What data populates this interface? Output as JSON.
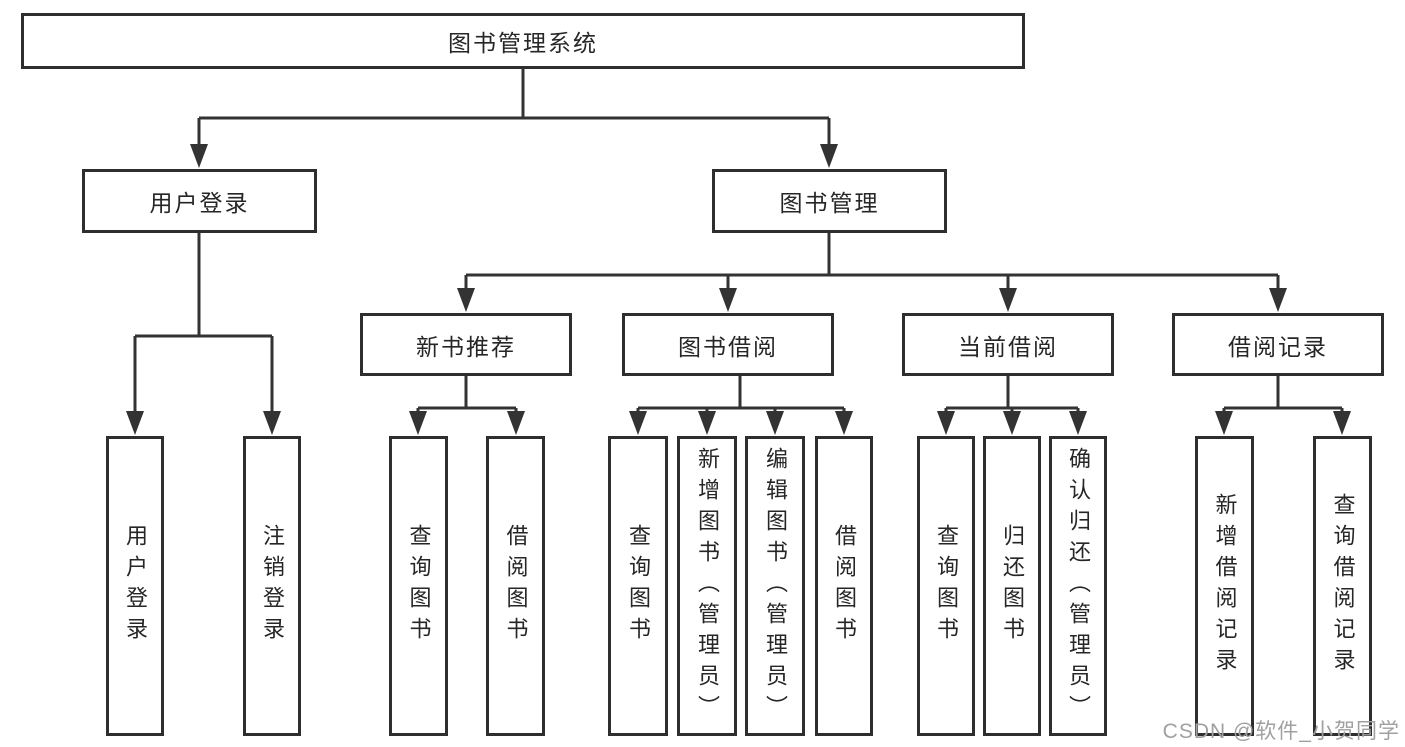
{
  "diagram": {
    "root": {
      "label": "图书管理系统"
    },
    "level2": [
      {
        "label": "用户登录"
      },
      {
        "label": "图书管理"
      }
    ],
    "level3": [
      {
        "label": "新书推荐",
        "parent": "图书管理"
      },
      {
        "label": "图书借阅",
        "parent": "图书管理"
      },
      {
        "label": "当前借阅",
        "parent": "图书管理"
      },
      {
        "label": "借阅记录",
        "parent": "图书管理"
      }
    ],
    "leaves": [
      {
        "label": "用户登录",
        "parent": "用户登录"
      },
      {
        "label": "注销登录",
        "parent": "用户登录"
      },
      {
        "label": "查询图书",
        "parent": "新书推荐"
      },
      {
        "label": "借阅图书",
        "parent": "新书推荐"
      },
      {
        "label": "查询图书",
        "parent": "图书借阅"
      },
      {
        "label": "新增图书（管理员）",
        "parent": "图书借阅"
      },
      {
        "label": "编辑图书（管理员）",
        "parent": "图书借阅"
      },
      {
        "label": "借阅图书",
        "parent": "图书借阅"
      },
      {
        "label": "查询图书",
        "parent": "当前借阅"
      },
      {
        "label": "归还图书",
        "parent": "当前借阅"
      },
      {
        "label": "确认归还（管理员）",
        "parent": "当前借阅"
      },
      {
        "label": "新增借阅记录",
        "parent": "借阅记录"
      },
      {
        "label": "查询借阅记录",
        "parent": "借阅记录"
      }
    ]
  },
  "watermark": {
    "text": "CSDN @软件_小贺同学"
  },
  "colors": {
    "line": "#333333",
    "box_border": "#2e2e2e",
    "text": "#262626",
    "watermark": "#a0a0a0",
    "background": "#ffffff"
  }
}
